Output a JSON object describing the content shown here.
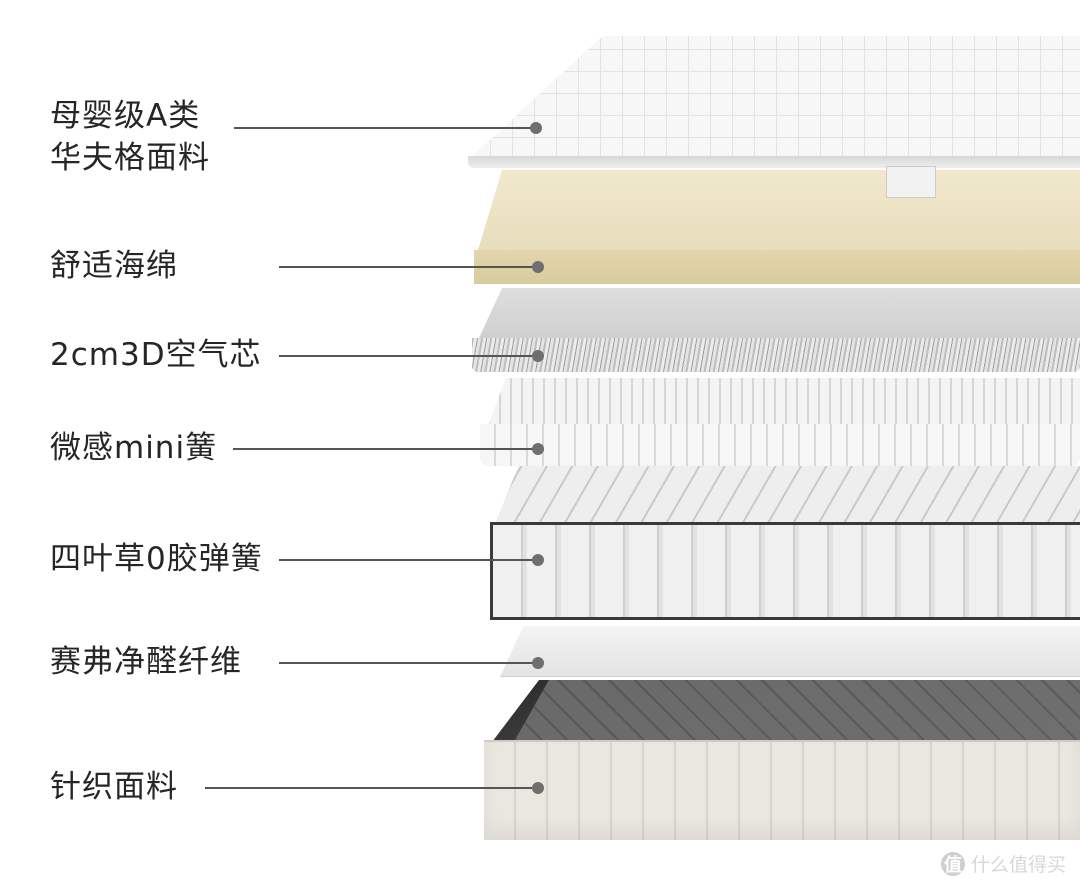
{
  "layers": [
    {
      "id": "waffle-fabric",
      "lines": [
        "母婴级A类",
        "华夫格面料"
      ]
    },
    {
      "id": "comfort-foam",
      "lines": [
        "舒适海绵"
      ]
    },
    {
      "id": "air-core",
      "lines": [
        "2cm3D空气芯"
      ]
    },
    {
      "id": "mini-springs",
      "lines": [
        "微感mini簧"
      ]
    },
    {
      "id": "clover-springs",
      "lines": [
        "四叶草0胶弹簧"
      ]
    },
    {
      "id": "formaldehyde-fiber",
      "lines": [
        "赛弗净醛纤维"
      ]
    },
    {
      "id": "knitted-fabric",
      "lines": [
        "针织面料"
      ]
    }
  ],
  "watermark": {
    "icon": "zhi-icon",
    "icon_text": "值",
    "text": "什么值得买"
  },
  "colors": {
    "leader": "#555555",
    "dot": "#6f6f6f",
    "foam": "#efe6c8",
    "text": "#262626"
  }
}
